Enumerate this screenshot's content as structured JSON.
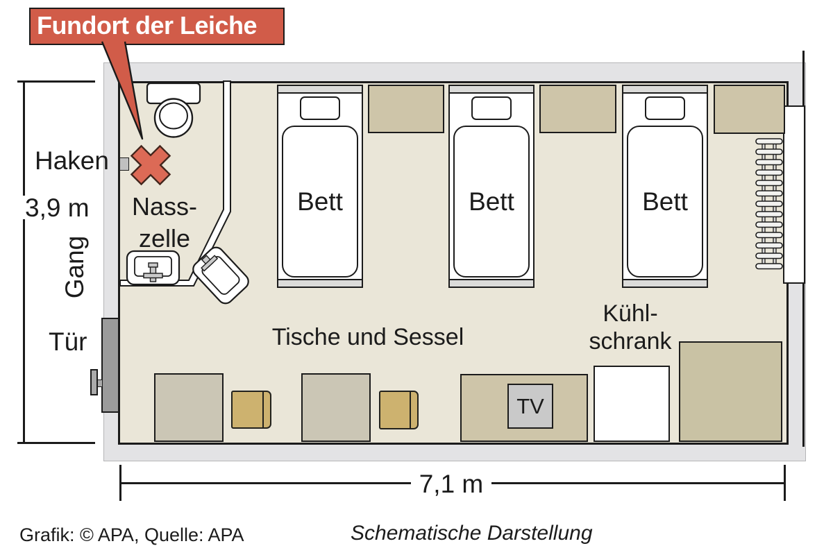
{
  "callout": {
    "label": "Fundort der Leiche",
    "color": "#d15c49"
  },
  "room": {
    "labels": {
      "haken": "Haken",
      "gang": "Gang",
      "tuer": "Tür",
      "nass_line1": "Nass-",
      "nass_line2": "zelle",
      "tische": "Tische und Sessel",
      "kuehl_line1": "Kühl-",
      "kuehl_line2": "schrank",
      "tv": "TV"
    },
    "beds": [
      {
        "label": "Bett"
      },
      {
        "label": "Bett"
      },
      {
        "label": "Bett"
      }
    ]
  },
  "dimensions": {
    "height_label": "3,9 m",
    "width_label": "7,1 m"
  },
  "footer": {
    "credit": "Grafik: © APA, Quelle: APA",
    "note": "Schematische Darstellung"
  },
  "colors": {
    "floor": "#eae6d8",
    "wall_band": "#e3e3e5",
    "cabinet_tan": "#cec5a9",
    "table_gray": "#cbc6b5",
    "chair_gold": "#cdb26f",
    "corner_table": "#c9c2a4",
    "accent_red": "#d15c49",
    "marker_red": "#dc6a56"
  }
}
